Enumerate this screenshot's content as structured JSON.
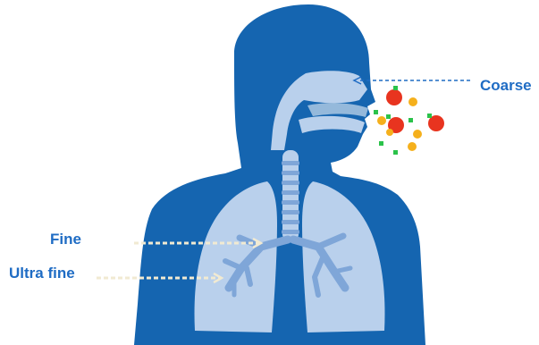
{
  "labels": {
    "coarse": "Coarse",
    "fine": "Fine",
    "ultra_fine": "Ultra fine"
  },
  "colors": {
    "body": "#1565b0",
    "organ": "#b9d0ec",
    "organ_dark": "#7fa6d8",
    "label": "#1f6cc4",
    "particle_coarse": "#e8341f",
    "particle_medium": "#f5b01c",
    "particle_fine": "#2bc24a"
  },
  "icons": {
    "head_silhouette": "head-torso-silhouette-icon",
    "airway": "airway-icon",
    "trachea": "trachea-icon",
    "lungs": "lungs-icon"
  }
}
